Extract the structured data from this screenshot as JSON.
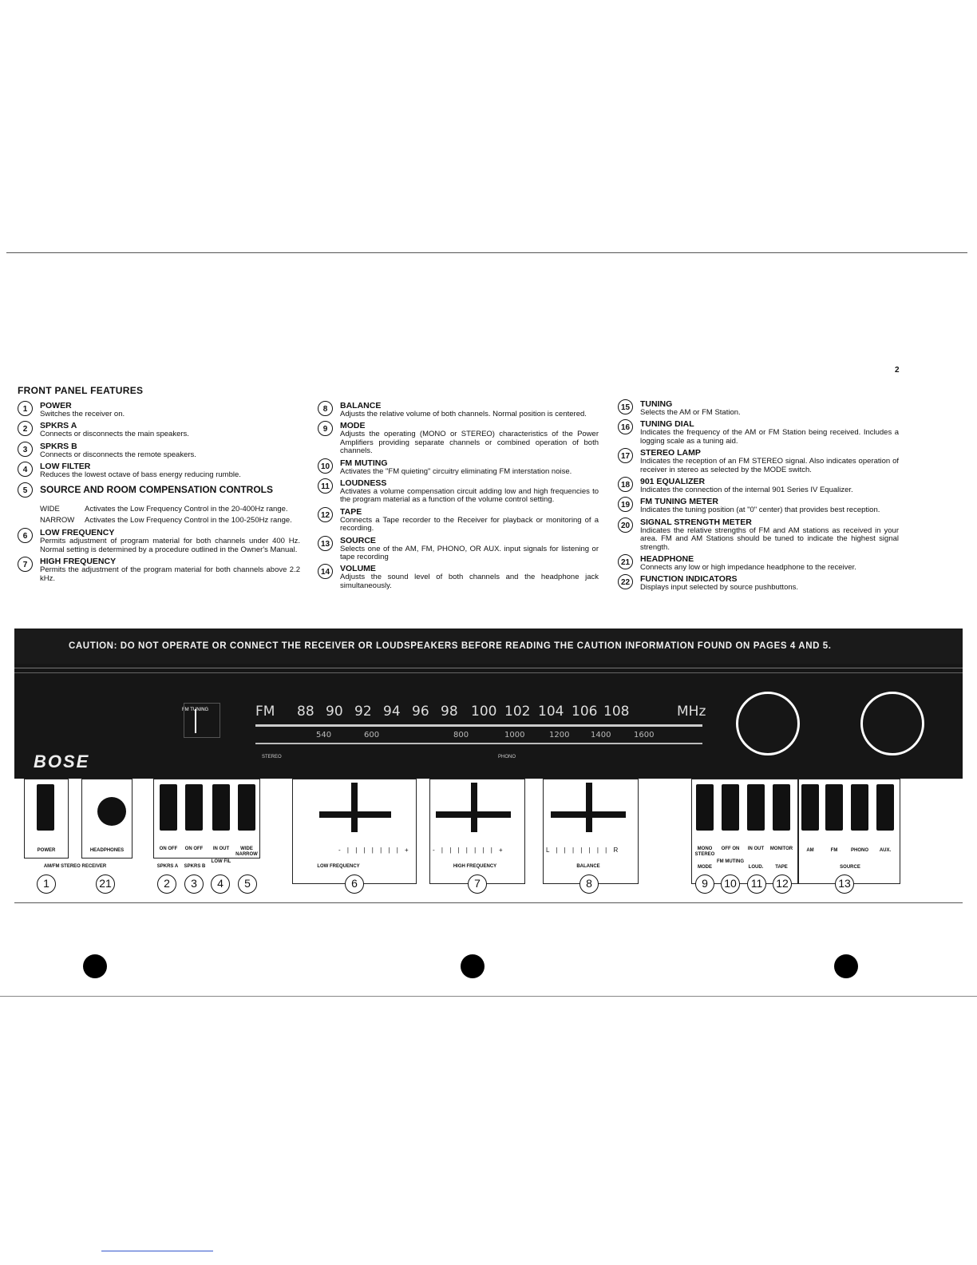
{
  "page_number": "2",
  "section_title": "FRONT PANEL FEATURES",
  "features_col1": [
    {
      "num": "1",
      "title": "POWER",
      "desc": "Switches the receiver on."
    },
    {
      "num": "2",
      "title": "SPKRS A",
      "desc": "Connects or disconnects the main speakers."
    },
    {
      "num": "3",
      "title": "SPKRS B",
      "desc": "Connects or disconnects the remote speakers."
    },
    {
      "num": "4",
      "title": "LOW FILTER",
      "desc": "Reduces the lowest octave of bass energy reducing rumble."
    },
    {
      "num": "5",
      "title": "SOURCE AND ROOM COMPENSATION CONTROLS",
      "desc": ""
    }
  ],
  "compensation_options": [
    {
      "key": "WIDE",
      "desc": "Activates the Low Frequency Control in the 20-400Hz range."
    },
    {
      "key": "NARROW",
      "desc": "Activates the Low Frequency Control in the 100-250Hz range."
    }
  ],
  "features_col1b": [
    {
      "num": "6",
      "title": "LOW FREQUENCY",
      "desc": "Permits adjustment of program material for both channels under 400 Hz. Normal setting is determined by a procedure outlined in the Owner's Manual."
    },
    {
      "num": "7",
      "title": "HIGH FREQUENCY",
      "desc": "Permits the adjustment of the program material for both channels above 2.2 kHz."
    }
  ],
  "features_col2": [
    {
      "num": "8",
      "title": "BALANCE",
      "desc": "Adjusts the relative volume of both channels. Normal position is centered."
    },
    {
      "num": "9",
      "title": "MODE",
      "desc": "Adjusts the operating (MONO or STEREO) characteristics of the Power Amplifiers providing separate channels or combined operation of both channels."
    },
    {
      "num": "10",
      "title": "FM MUTING",
      "desc": "Activates the \"FM quieting\" circuitry eliminating FM interstation noise."
    },
    {
      "num": "11",
      "title": "LOUDNESS",
      "desc": "Activates a volume compensation circuit adding low and high frequencies to the program material as a function of the volume control setting."
    },
    {
      "num": "12",
      "title": "TAPE",
      "desc": "Connects a Tape recorder to the Receiver for playback or monitoring of a recording."
    },
    {
      "num": "13",
      "title": "SOURCE",
      "desc": "Selects one of the AM, FM, PHONO, OR AUX. input signals for listening or tape recording"
    },
    {
      "num": "14",
      "title": "VOLUME",
      "desc": "Adjusts the sound level of both channels and the headphone jack simultaneously."
    }
  ],
  "features_col3": [
    {
      "num": "15",
      "title": "TUNING",
      "desc": "Selects the AM or FM Station."
    },
    {
      "num": "16",
      "title": "TUNING DIAL",
      "desc": "Indicates the frequency of the AM or FM Station being received. Includes a logging scale as a tuning aid."
    },
    {
      "num": "17",
      "title": "STEREO LAMP",
      "desc": "Indicates the reception of an FM STEREO signal. Also indicates operation of receiver in stereo as selected by the MODE switch."
    },
    {
      "num": "18",
      "title": "901 EQUALIZER",
      "desc": "Indicates the connection of the internal 901 Series IV Equalizer."
    },
    {
      "num": "19",
      "title": "FM TUNING METER",
      "desc": "Indicates the tuning position (at \"0\" center) that provides best reception."
    },
    {
      "num": "20",
      "title": "SIGNAL STRENGTH METER",
      "desc": "Indicates the relative strengths of FM and AM stations as received in your area. FM and AM Stations should be tuned to indicate the highest signal strength."
    },
    {
      "num": "21",
      "title": "HEADPHONE",
      "desc": "Connects any low or high impedance headphone to the receiver."
    },
    {
      "num": "22",
      "title": "FUNCTION INDICATORS",
      "desc": "Displays input selected by source pushbuttons."
    }
  ],
  "caution": "CAUTION: DO NOT OPERATE OR CONNECT THE RECEIVER OR LOUDSPEAKERS BEFORE READING THE CAUTION INFORMATION FOUND ON PAGES 4 AND 5.",
  "panel": {
    "logo": "BOSE",
    "fm_label": "FM",
    "fm_scale": [
      "88",
      "90",
      "92",
      "94",
      "96",
      "98",
      "100",
      "102",
      "104",
      "106",
      "108"
    ],
    "mhz_label": "MHz",
    "am_scale": [
      "540",
      "600",
      "800",
      "1000",
      "1200",
      "1400",
      "1600"
    ],
    "stereo_label": "STEREO",
    "phono_label": "PHONO",
    "tuning_label": "FM TUNING"
  },
  "controls": {
    "power": "POWER",
    "headphones": "HEADPHONES",
    "on_off_a": "ON OFF",
    "on_off_b": "ON OFF",
    "in_out": "IN OUT",
    "low_fil": "LOW FIL",
    "wide_narrow": "WIDE NARROW",
    "low_frequency": "LOW FREQUENCY",
    "high_frequency": "HIGH FREQUENCY",
    "balance": "BALANCE",
    "mono_stereo": "MONO STEREO",
    "mode": "MODE",
    "off_on": "OFF ON",
    "fm_muting": "FM MUTING",
    "in_out_loud": "IN OUT",
    "loud": "LOUD.",
    "monitor": "MONITOR",
    "tape": "TAPE",
    "am": "AM",
    "fm": "FM",
    "phono": "PHONO",
    "aux": "AUX.",
    "source": "SOURCE",
    "model": "AM/FM STEREO RECEIVER",
    "spkrs_a": "SPKRS A",
    "spkrs_b": "SPKRS B",
    "scale_minus": "-",
    "scale_plus": "+",
    "scale_l": "L",
    "scale_r": "R"
  },
  "callouts": [
    "1",
    "21",
    "2",
    "3",
    "4",
    "5",
    "6",
    "7",
    "8",
    "9",
    "10",
    "11",
    "12",
    "13"
  ]
}
